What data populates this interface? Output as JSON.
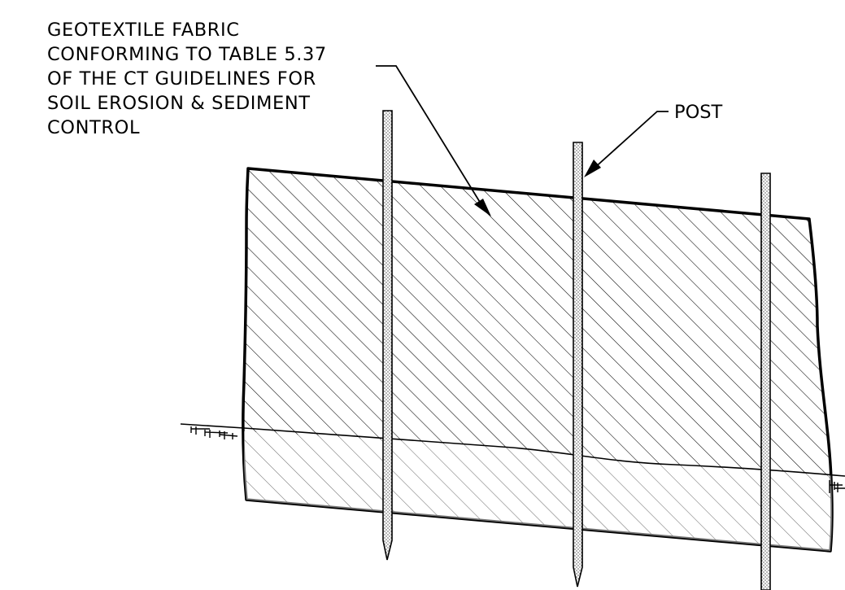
{
  "fabric_note": {
    "lines": [
      "GEOTEXTILE FABRIC",
      "CONFORMING TO TABLE 5.37",
      "OF THE CT GUIDELINES FOR",
      "SOIL EROSION & SEDIMENT",
      "CONTROL"
    ]
  },
  "post_label": "POST",
  "colors": {
    "ink": "#000000",
    "paper": "#ffffff"
  }
}
